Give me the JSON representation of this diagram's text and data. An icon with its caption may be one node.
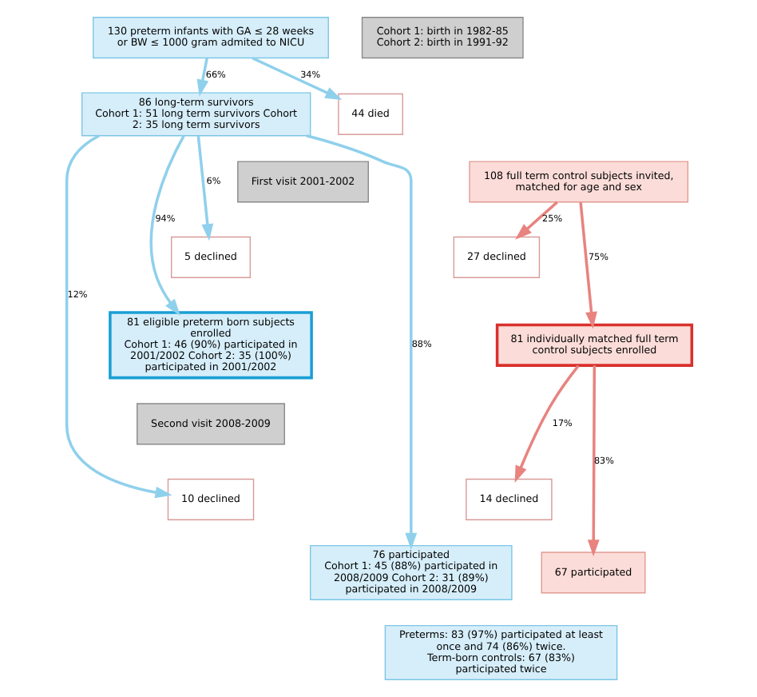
{
  "diagram": {
    "nodes": [
      {
        "text": [
          "130 preterm infants with GA ≤ 28 weeks or BW ≤ 1000 gram admited to NICU"
        ]
      },
      {
        "text": [
          "Cohort 1: birth in 1982-85",
          "Cohort 2: birth in 1991-92"
        ]
      },
      {
        "text": [
          "44 died"
        ]
      },
      {
        "text": [
          "86 long-term survivors",
          "Cohort 1: 51 long term survivors Cohort 2: 35 long term survivors"
        ]
      },
      {
        "text": [
          "First visit 2001-2002"
        ]
      },
      {
        "text": [
          "5 declined"
        ]
      },
      {
        "text": [
          "108 full term control subjects invited, matched for age and sex"
        ]
      },
      {
        "text": [
          "27 declined"
        ]
      },
      {
        "text": [
          "81 eligible preterm born subjects enrolled",
          "Cohort 1: 46 (90%) participated in 2001/2002 Cohort 2: 35 (100%) participated in 2001/2002"
        ]
      },
      {
        "text": [
          "81 individually matched full term control subjects enrolled"
        ]
      },
      {
        "text": [
          "Second visit 2008-2009"
        ]
      },
      {
        "text": [
          "10 declined"
        ]
      },
      {
        "text": [
          "14 declined"
        ]
      },
      {
        "text": [
          "76 participated",
          "Cohort 1: 45 (88%) participated in 2008/2009 Cohort 2: 31 (89%) participated in 2008/2009"
        ]
      },
      {
        "text": [
          "67 participated"
        ]
      },
      {
        "text": [
          "Preterms: 83 (97%) participated at least once and 74 (86%) twice.",
          "Term-born controls: 67 (83%) participated twice"
        ]
      }
    ],
    "edges": [
      {
        "from": 0,
        "to": 2,
        "arrow": "to",
        "label": "34%"
      },
      {
        "from": 0,
        "to": 3,
        "arrow": "to",
        "label": "66%"
      },
      {
        "from": 3,
        "to": 5,
        "arrow": "to",
        "label": "6%"
      },
      {
        "from": 3,
        "to": 8,
        "arrow": "to",
        "label": "94%"
      },
      {
        "from": 3,
        "to": 11,
        "arrow": "to",
        "label": "12%"
      },
      {
        "from": 3,
        "to": 13,
        "arrow": "to",
        "label": "88%"
      },
      {
        "from": 6,
        "to": 7,
        "arrow": "to",
        "label": "25%",
        "color": "#e8837f"
      },
      {
        "from": 6,
        "to": 9,
        "arrow": "to",
        "label": "75%",
        "color": "#e8837f"
      },
      {
        "from": 9,
        "to": 12,
        "arrow": "to",
        "label": "17%",
        "color": "#e8837f"
      },
      {
        "from": 9,
        "to": 14,
        "arrow": "to",
        "label": "83%",
        "color": "#e8837f"
      }
    ]
  }
}
